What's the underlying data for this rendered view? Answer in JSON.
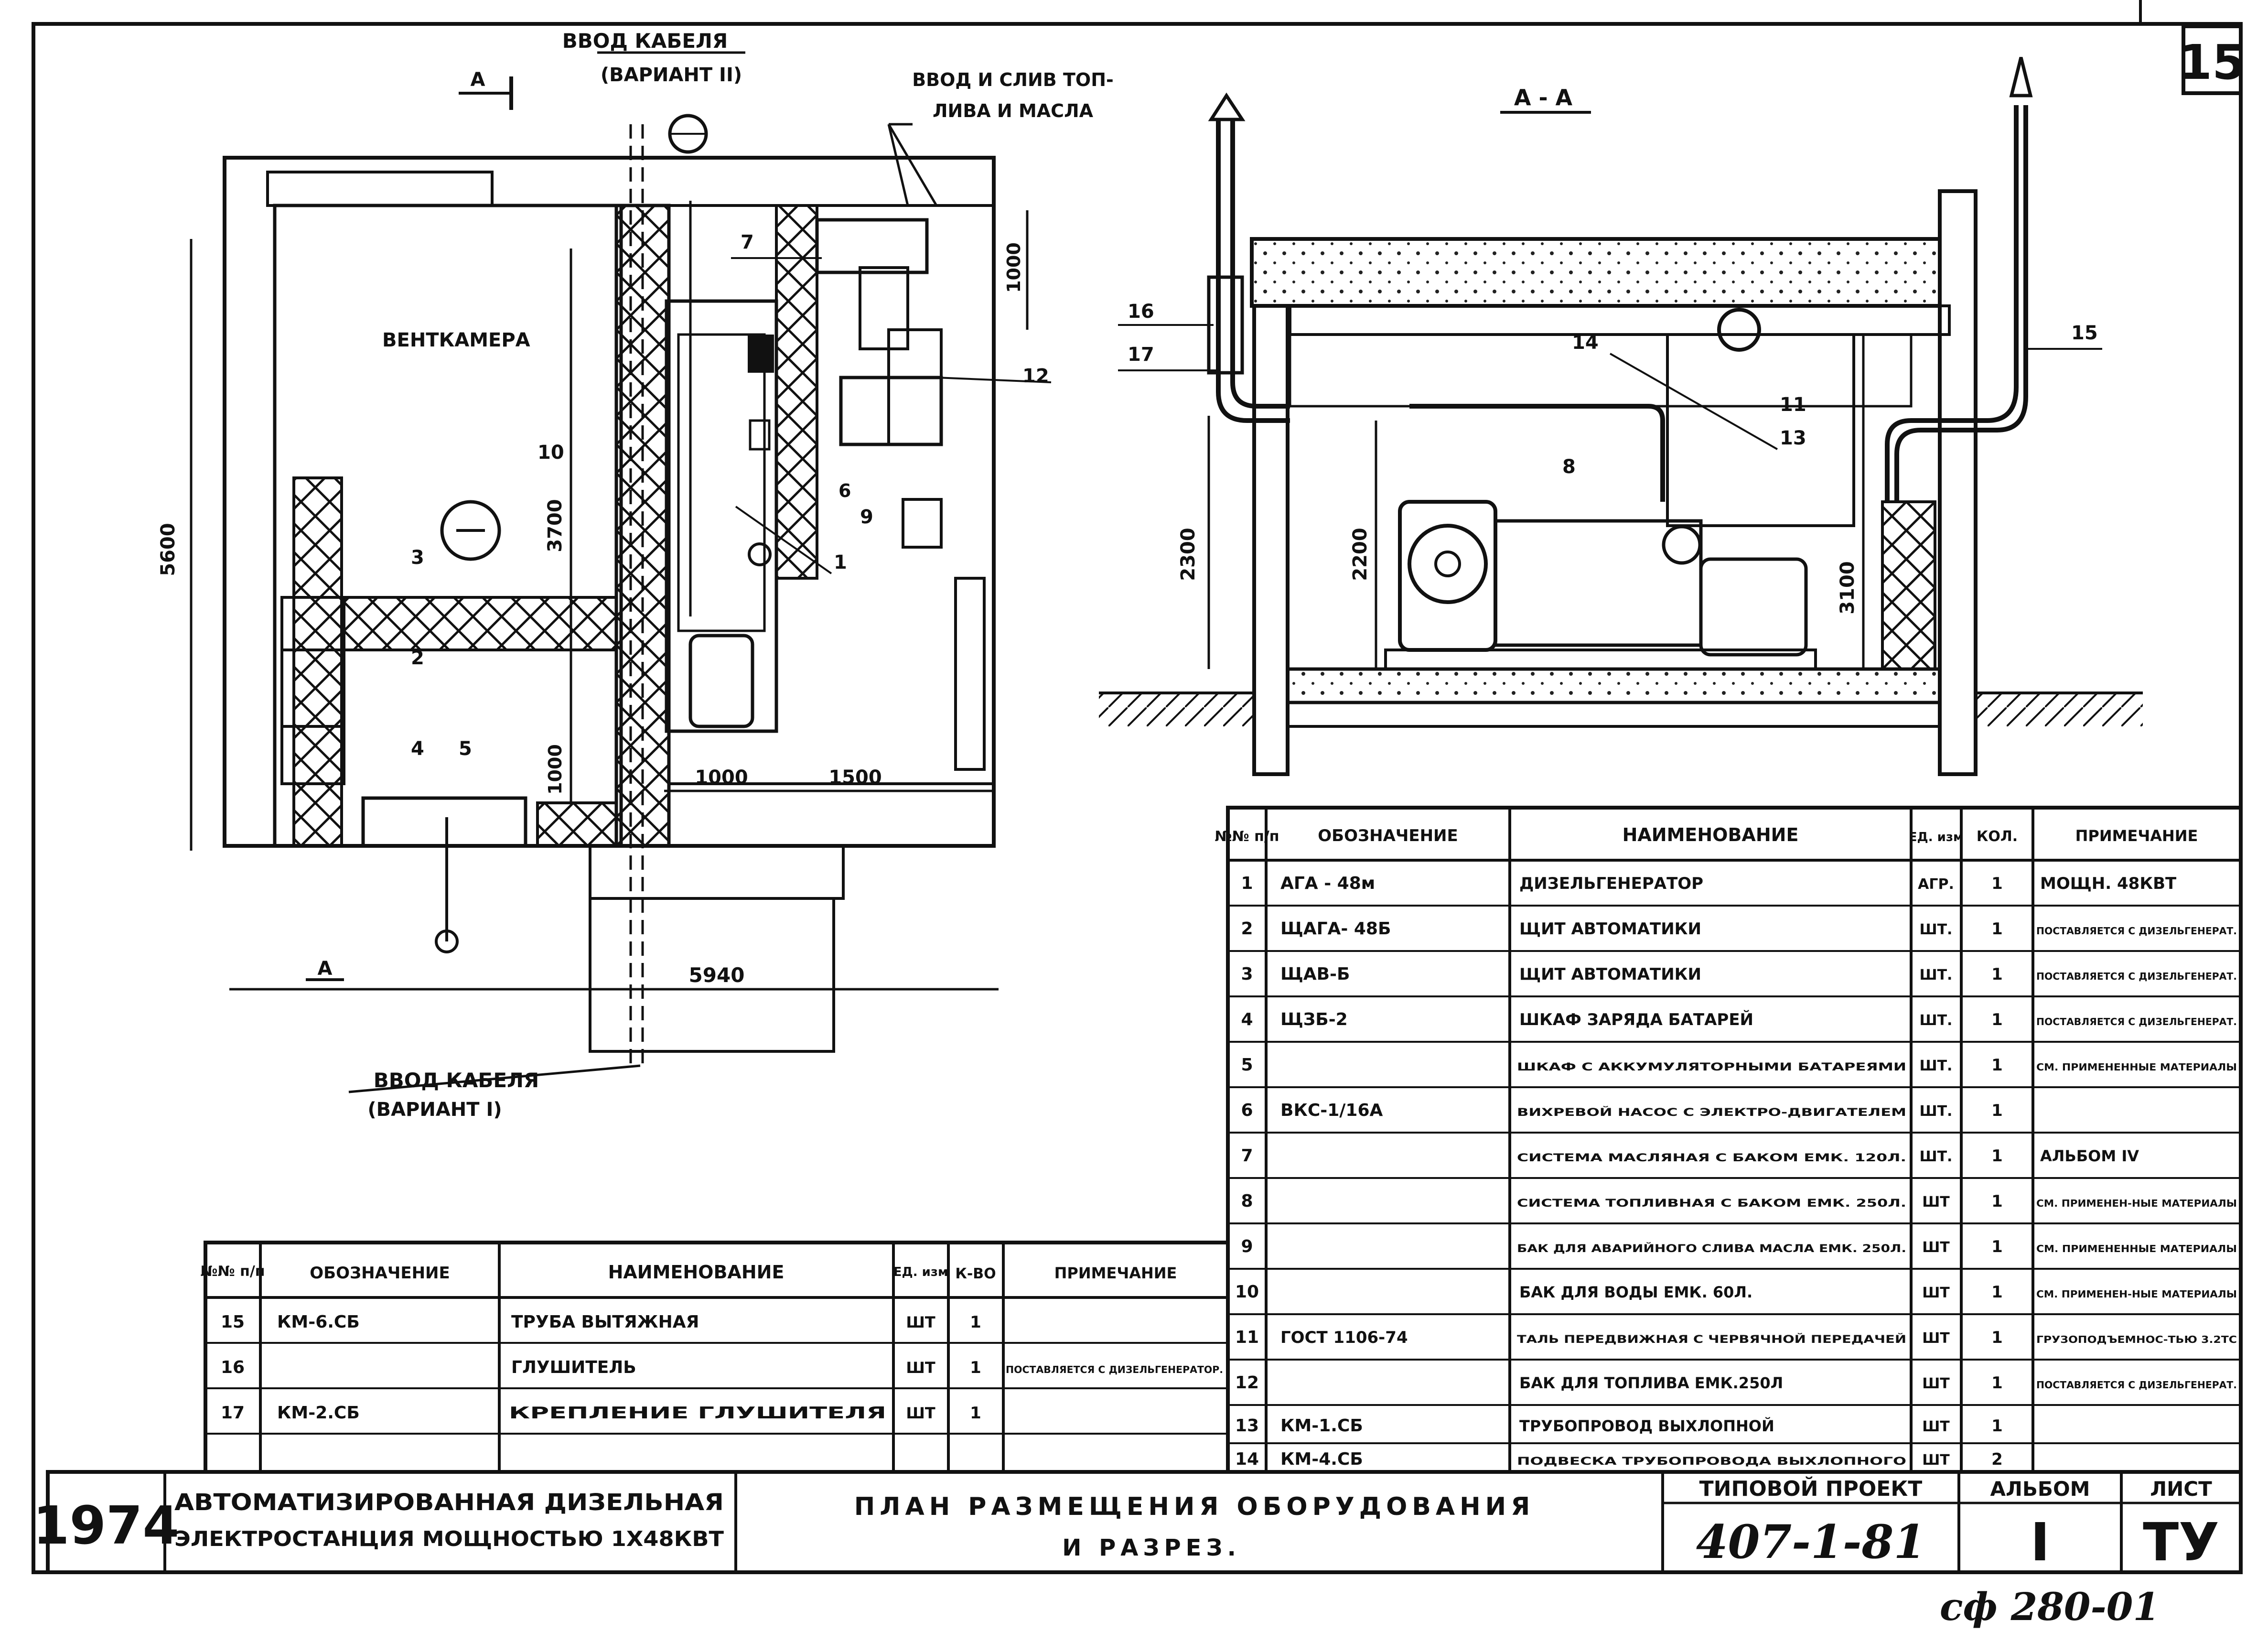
{
  "sheet_number": "15",
  "plan": {
    "cable_entry_2": "ВВОД КАБЕЛЯ",
    "cable_entry_2_variant": "(ВАРИАНТ II)",
    "fuel_oil_entry_line1": "ВВОД И СЛИВ ТОП-",
    "fuel_oil_entry_line2": "ЛИВА И МАСЛА",
    "section_mark": "А",
    "vent_chamber": "ВЕНТКАМЕРА",
    "dim_5600": "5600",
    "dim_3700": "3700",
    "dim_1000_right": "1000",
    "dim_1000_left": "1000",
    "dim_1000_bottom": "1000",
    "dim_1500": "1500",
    "dim_5940": "5940",
    "cable_entry_1": "ВВОД КАБЕЛЯ",
    "cable_entry_1_variant": "(ВАРИАНТ I)",
    "callouts": [
      "1",
      "2",
      "3",
      "4",
      "5",
      "6",
      "7",
      "9",
      "10",
      "12"
    ]
  },
  "section": {
    "title": "А - А",
    "dim_2300": "2300",
    "dim_2200": "2200",
    "dim_3100": "3100",
    "callouts": [
      "8",
      "11",
      "13",
      "14",
      "15",
      "16",
      "17"
    ]
  },
  "main_table": {
    "headers": [
      "№№ п/п",
      "ОБОЗНАЧЕНИЕ",
      "НАИМЕНОВАНИЕ",
      "ЕД. изм",
      "КОЛ.",
      "ПРИМЕЧАНИЕ"
    ],
    "rows": [
      [
        "1",
        "АГА - 48м",
        "ДИЗЕЛЬГЕНЕРАТОР",
        "АГР.",
        "1",
        "МОЩН. 48КВТ"
      ],
      [
        "2",
        "ЩАГА- 48Б",
        "ЩИТ АВТОМАТИКИ",
        "ШТ.",
        "1",
        "ПОСТАВЛЯЕТСЯ С ДИЗЕЛЬГЕНЕРАТ."
      ],
      [
        "3",
        "ЩАВ-Б",
        "ЩИТ АВТОМАТИКИ",
        "ШТ.",
        "1",
        "ПОСТАВЛЯЕТСЯ С ДИЗЕЛЬГЕНЕРАТ."
      ],
      [
        "4",
        "ЩЗБ-2",
        "ШКАФ ЗАРЯДА БАТАРЕЙ",
        "ШТ.",
        "1",
        "ПОСТАВЛЯЕТСЯ С ДИЗЕЛЬГЕНЕРАТ."
      ],
      [
        "5",
        "",
        "ШКАФ С АККУМУЛЯТОРНЫМИ БАТАРЕЯМИ",
        "ШТ.",
        "1",
        "СМ. ПРИМЕНЕННЫЕ МАТЕРИАЛЫ"
      ],
      [
        "6",
        "ВКС-1/16А",
        "ВИХРЕВОЙ НАСОС С ЭЛЕКТРО-ДВИГАТЕЛЕМ",
        "ШТ.",
        "1",
        ""
      ],
      [
        "7",
        "",
        "СИСТЕМА МАСЛЯНАЯ С БАКОМ ЕМК. 120Л.",
        "ШТ.",
        "1",
        "АЛЬБОМ IV"
      ],
      [
        "8",
        "",
        "СИСТЕМА ТОПЛИВНАЯ С БАКОМ ЕМК. 250Л.",
        "ШТ",
        "1",
        "СМ. ПРИМЕНЕН-НЫЕ МАТЕРИАЛЫ"
      ],
      [
        "9",
        "",
        "БАК ДЛЯ АВАРИЙНОГО СЛИВА МАСЛА ЕМК. 250Л.",
        "ШТ",
        "1",
        "СМ. ПРИМЕНЕННЫЕ МАТЕРИАЛЫ"
      ],
      [
        "10",
        "",
        "БАК ДЛЯ ВОДЫ ЕМК. 60Л.",
        "ШТ",
        "1",
        "СМ. ПРИМЕНЕН-НЫЕ МАТЕРИАЛЫ"
      ],
      [
        "11",
        "ГОСТ 1106-74",
        "ТАЛЬ ПЕРЕДВИЖНАЯ С ЧЕРВЯЧНОЙ ПЕРЕДАЧЕЙ",
        "ШТ",
        "1",
        "ГРУЗОПОДЪЕМНОС-ТЬЮ 3.2ТС"
      ],
      [
        "12",
        "",
        "БАК ДЛЯ ТОПЛИВА ЕМК.250Л",
        "ШТ",
        "1",
        "ПОСТАВЛЯЕТСЯ С ДИЗЕЛЬГЕНЕРАТ."
      ],
      [
        "13",
        "КМ-1.СБ",
        "ТРУБОПРОВОД ВЫХЛОПНОЙ",
        "ШТ",
        "1",
        ""
      ],
      [
        "14",
        "КМ-4.СБ",
        "ПОДВЕСКА ТРУБОПРОВОДА ВЫХЛОПНОГО",
        "ШТ",
        "2",
        ""
      ]
    ]
  },
  "small_table": {
    "headers": [
      "№№ п/п",
      "ОБОЗНАЧЕНИЕ",
      "НАИМЕНОВАНИЕ",
      "ЕД. изм",
      "К-ВО",
      "ПРИМЕЧАНИЕ"
    ],
    "rows": [
      [
        "15",
        "КМ-6.СБ",
        "ТРУБА ВЫТЯЖНАЯ",
        "ШТ",
        "1",
        ""
      ],
      [
        "16",
        "",
        "ГЛУШИТЕЛЬ",
        "ШТ",
        "1",
        "ПОСТАВЛЯЕТСЯ С ДИЗЕЛЬГЕНЕРАТОР."
      ],
      [
        "17",
        "КМ-2.СБ",
        "КРЕПЛЕНИЕ ГЛУШИТЕЛЯ",
        "ШТ",
        "1",
        ""
      ],
      [
        "",
        "",
        "",
        "",
        "",
        ""
      ]
    ]
  },
  "title_block": {
    "year": "1974",
    "object_line1": "АВТОМАТИЗИРОВАННАЯ ДИЗЕЛЬНАЯ",
    "object_line2": "ЭЛЕКТРОСТАНЦИЯ МОЩНОСТЬЮ 1Х48КВТ",
    "sheet_title_line1": "ПЛАН РАЗМЕЩЕНИЯ ОБОРУДОВАНИЯ",
    "sheet_title_line2": "И РАЗРЕЗ.",
    "project_label": "ТИПОВОЙ ПРОЕКТ",
    "project_number": "407-1-81",
    "album_label": "АЛЬБОМ",
    "album_value": "I",
    "sheet_label": "ЛИСТ",
    "sheet_value": "ТУ"
  },
  "footer_handwritten": "сф 280-01"
}
